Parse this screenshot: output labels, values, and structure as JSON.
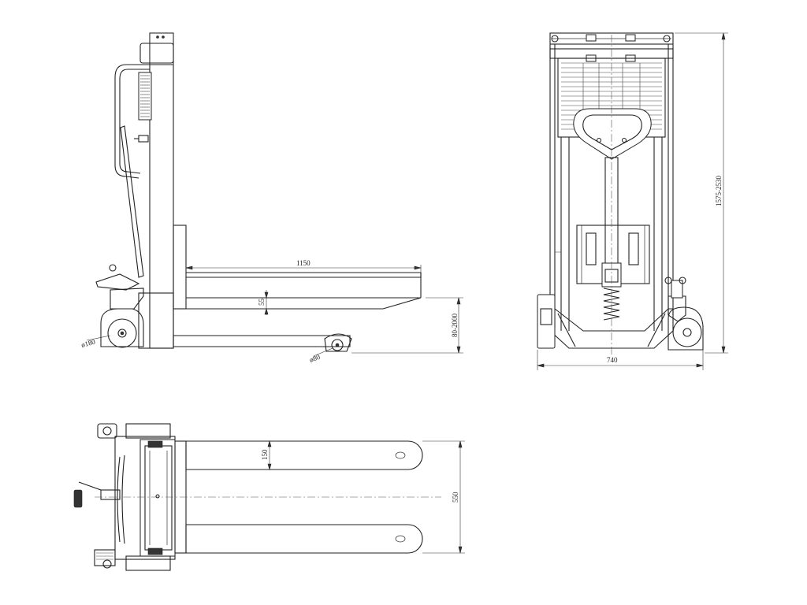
{
  "dimensions": {
    "fork_length": "1150",
    "fork_thickness": "55",
    "lift_height_range": "80-2000",
    "load_wheel_diameter": "ø80",
    "steer_wheel_diameter": "ø180",
    "mast_height_range": "1575-2530",
    "overall_width": "740",
    "fork_width": "150",
    "fork_spread": "550"
  },
  "colors": {
    "line": "#222222",
    "background": "#ffffff"
  }
}
